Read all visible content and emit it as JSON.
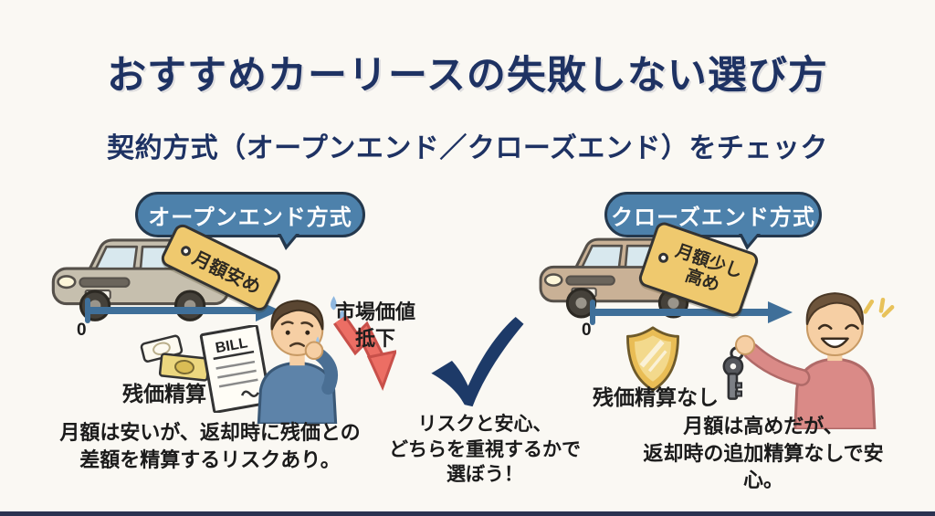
{
  "header": {
    "title": "おすすめカーリースの失敗しない選び方",
    "subtitle": "契約方式（オープンエンド／クローズエンド）をチェック"
  },
  "left": {
    "bubble": "オープンエンド方式",
    "tag": "月額安め",
    "timeline_start": "0",
    "settlement_label": "残価精算",
    "bill_label": "BILL",
    "market_value": [
      "市場価値",
      "抵下"
    ],
    "caption": [
      "月額は安いが、返却時に残価との",
      "差額を精算するリスクあり。"
    ]
  },
  "center": {
    "caption": [
      "リスクと安心、",
      "どちらを重視するかで",
      "選ぼう！"
    ]
  },
  "right": {
    "bubble": "クローズエンド方式",
    "tag": [
      "月額少し",
      "高め"
    ],
    "timeline_start": "0",
    "settlement_label": "残価精算なし",
    "caption": [
      "月額は高めだが、",
      "返却時の追加精算なしで安心。"
    ]
  },
  "colors": {
    "background": "#faf8f3",
    "heading_navy": "#1e3263",
    "bubble_blue": "#4d81ab",
    "tag_yellow": "#efc96e",
    "timeline_blue": "#3f6f99",
    "risk_red": "#e8635a",
    "check_navy": "#1d3a68",
    "shield_gold": "#e9bd55",
    "text_black": "#1b1b1b"
  }
}
